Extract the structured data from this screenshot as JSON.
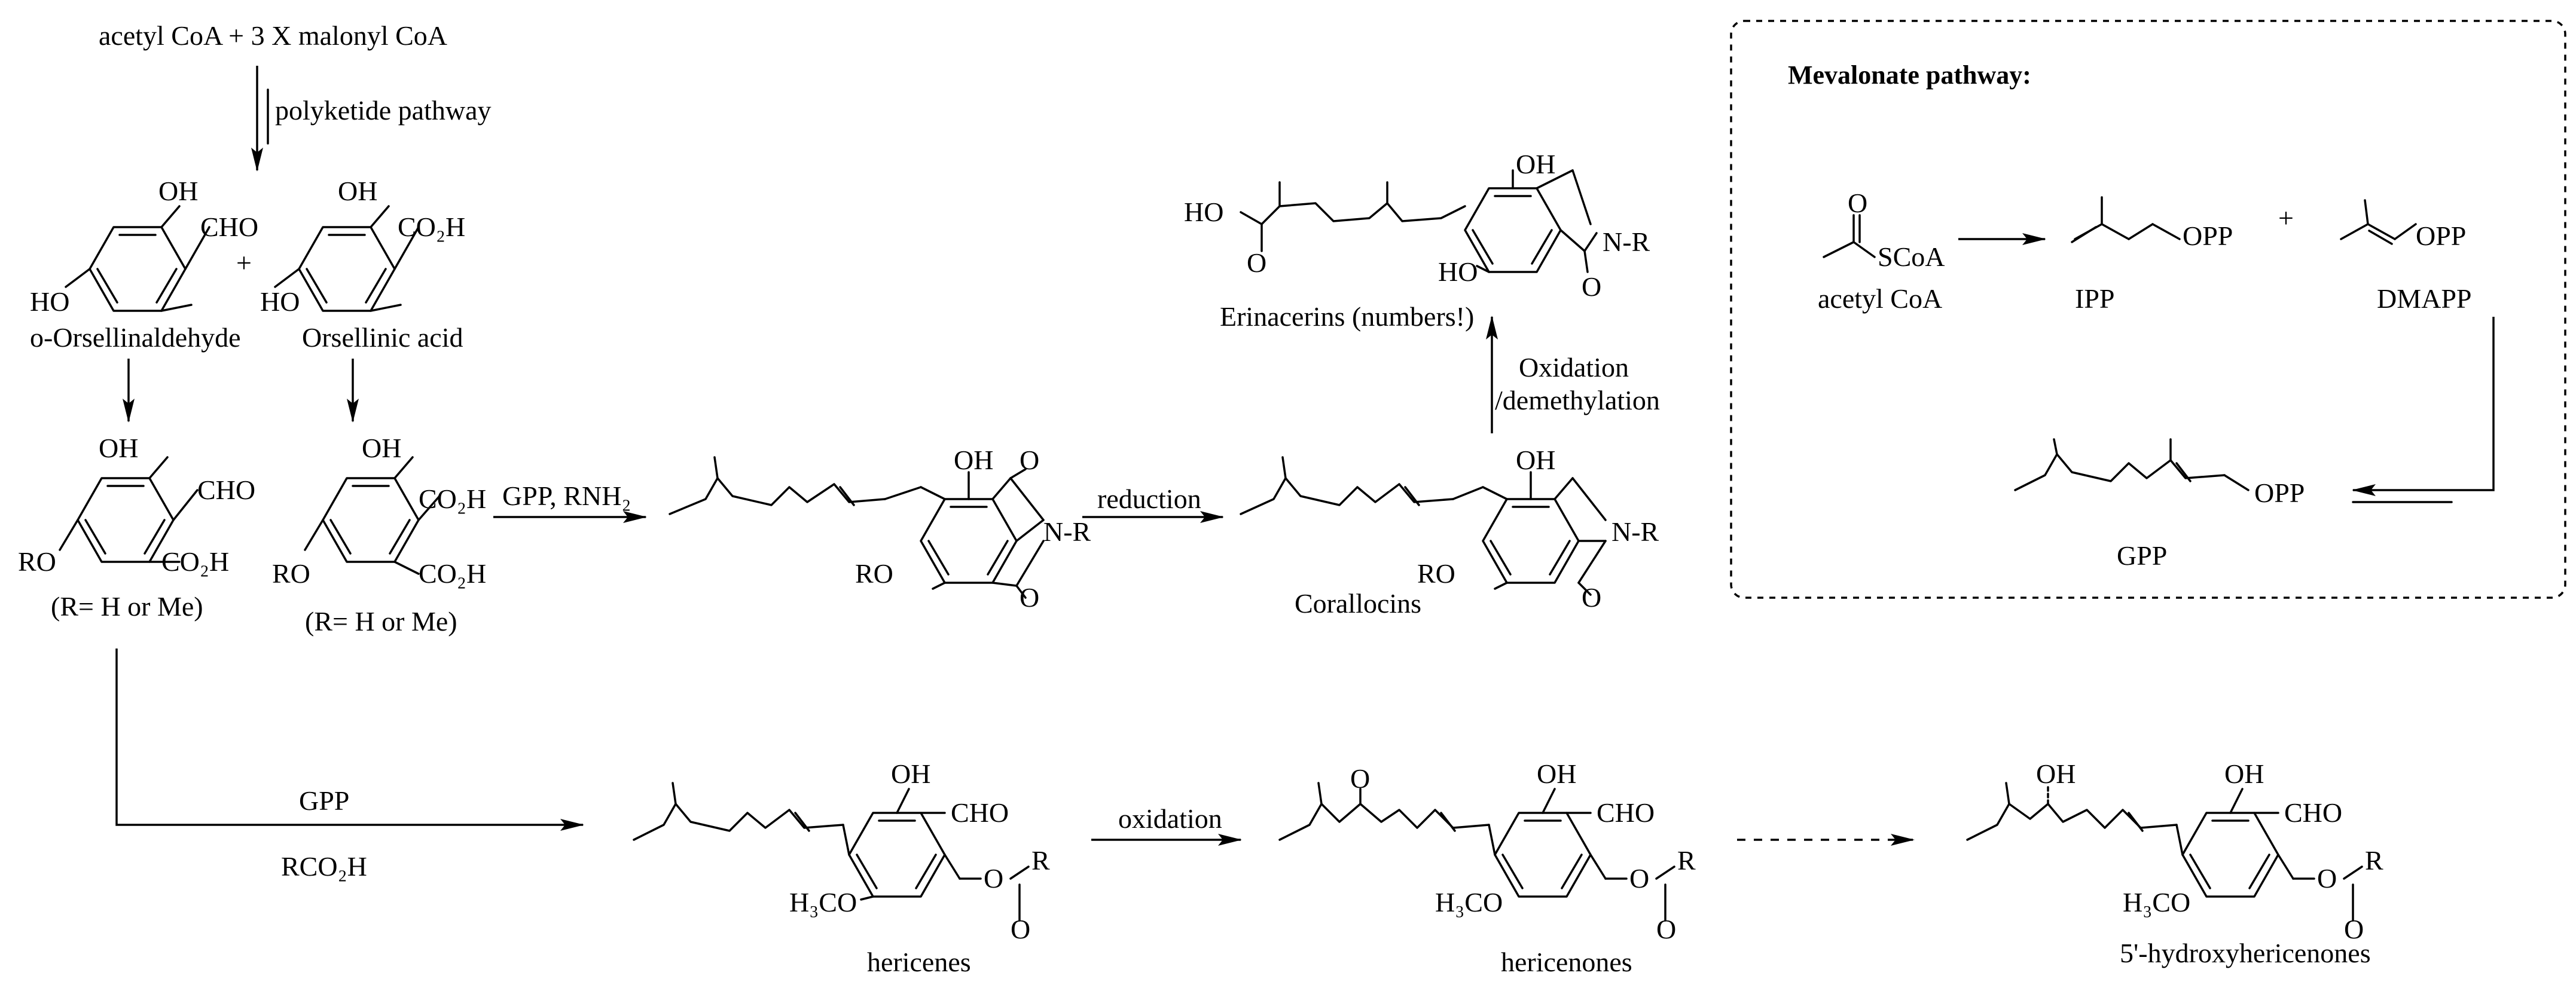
{
  "start": {
    "reagents": "acetyl CoA + 3 X malonyl CoA",
    "pathway": "polyketide pathway"
  },
  "labels": {
    "oh": "OH",
    "cho": "CHO",
    "co2h": "CO₂H",
    "co2h_long": "CO₂H",
    "ho": "HO",
    "ro": "RO",
    "o": "O",
    "n_r": "N-R",
    "r": "R",
    "plus": "+",
    "h3co": "H₃CO",
    "opp": "OPP",
    "scoa": "SCoA"
  },
  "compounds": {
    "orsellinaldehyde": "o-Orsellinaldehyde",
    "orsellinic_acid": "Orsellinic acid",
    "r_def_1": "(R= H or Me)",
    "r_def_2": "(R= H or Me)",
    "corallocins": "Corallocins",
    "erinacerins": "Erinacerins (numbers!)",
    "hericenes": "hericenes",
    "hericenones": "hericenones",
    "hydroxyhericenones": "5'-hydroxyhericenones"
  },
  "reactions": {
    "gpp_rnh2": "GPP, RNH₂",
    "reduction": "reduction",
    "oxidation_line1": "Oxidation",
    "oxidation_line2": "/demethylation",
    "gpp": "GPP",
    "rco2h": "RCO₂H",
    "oxidation": "oxidation"
  },
  "mevalonate": {
    "title": "Mevalonate pathway:",
    "acetyl_coa": "acetyl CoA",
    "ipp": "IPP",
    "dmapp": "DMAPP",
    "gpp": "GPP",
    "plus": "+"
  }
}
